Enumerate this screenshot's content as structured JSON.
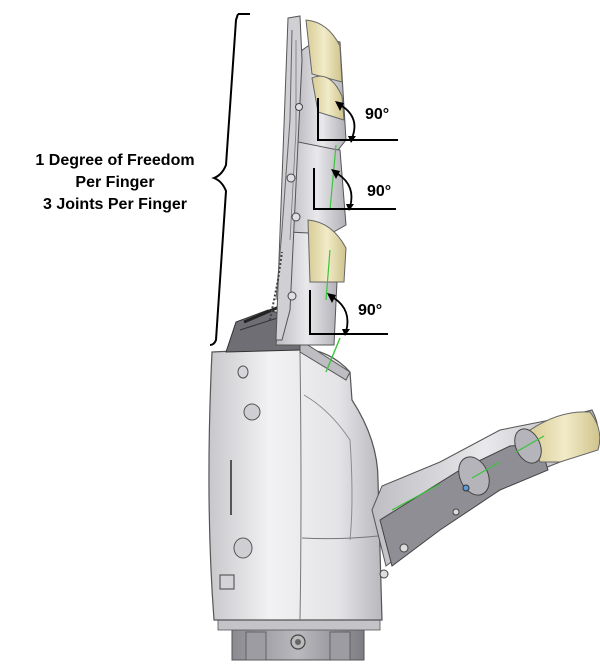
{
  "annotation": {
    "line1": "1 Degree of Freedom",
    "line2": "Per Finger",
    "line3": "3 Joints Per Finger"
  },
  "joint_angles": [
    {
      "label": "90°"
    },
    {
      "label": "90°"
    },
    {
      "label": "90°"
    }
  ],
  "colors": {
    "shell": "#d9d9dc",
    "shell_dark": "#9a9aa0",
    "fingertip": "#e6dcac",
    "tendon": "#3cc43c",
    "line": "#000000"
  }
}
